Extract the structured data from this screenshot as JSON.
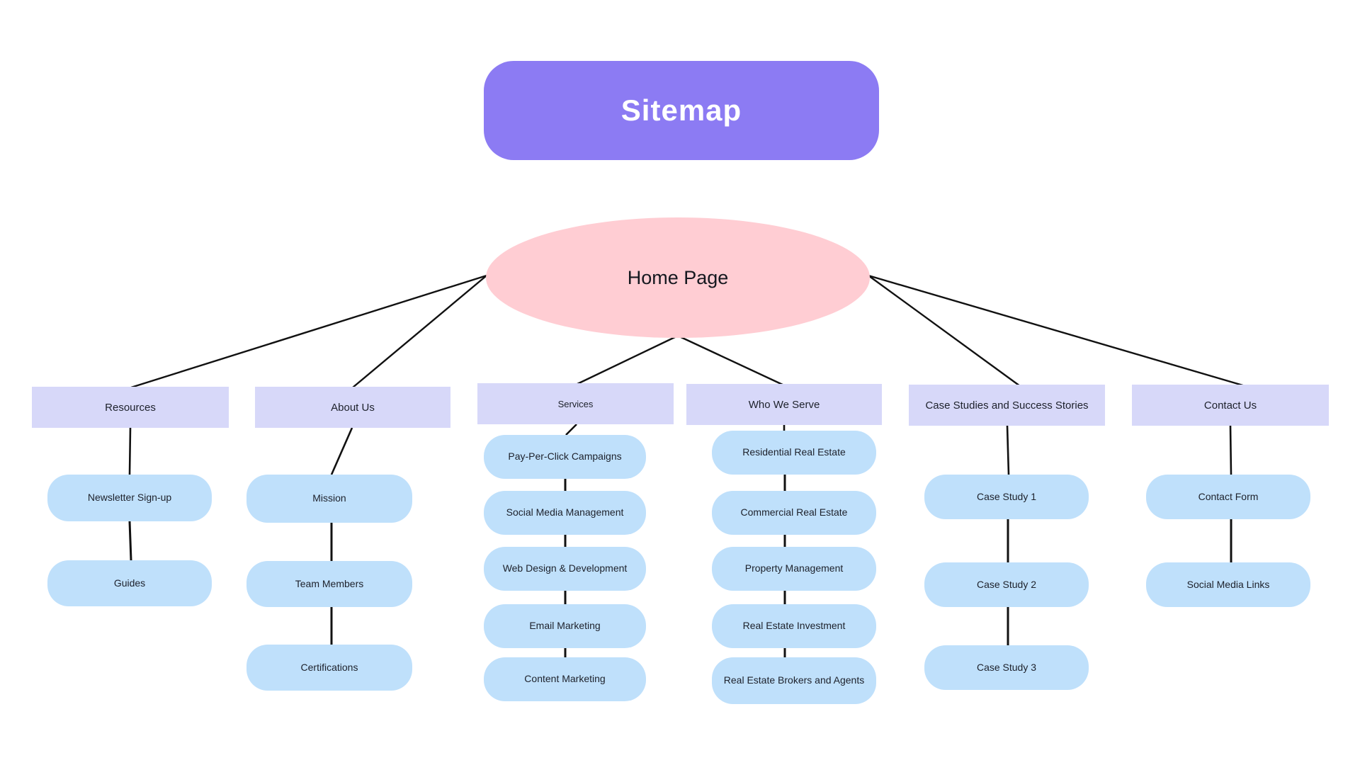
{
  "title": "Sitemap",
  "root": {
    "label": "Home Page"
  },
  "colors": {
    "title_bg": "#8C7BF3",
    "title_text": "#ffffff",
    "root_bg": "#FFCDD3",
    "header_bg": "#D7D8F9",
    "child_bg": "#BFE0FB",
    "connector": "#111111",
    "text": "#1d212b"
  },
  "columns": [
    {
      "header": "Resources",
      "children": [
        "Newsletter Sign-up",
        "Guides"
      ]
    },
    {
      "header": "About Us",
      "children": [
        "Mission",
        "Team Members",
        "Certifications"
      ]
    },
    {
      "header": "Services",
      "children": [
        "Pay-Per-Click Campaigns",
        "Social Media Management",
        "Web Design & Development",
        "Email Marketing",
        "Content Marketing"
      ]
    },
    {
      "header": "Who We Serve",
      "children": [
        "Residential Real Estate",
        "Commercial Real Estate",
        "Property Management",
        "Real Estate Investment",
        "Real Estate Brokers and Agents"
      ]
    },
    {
      "header": "Case Studies and Success Stories",
      "children": [
        "Case Study 1",
        "Case Study 2",
        "Case Study 3"
      ]
    },
    {
      "header": "Contact Us",
      "children": [
        "Contact Form",
        "Social Media Links"
      ]
    }
  ]
}
